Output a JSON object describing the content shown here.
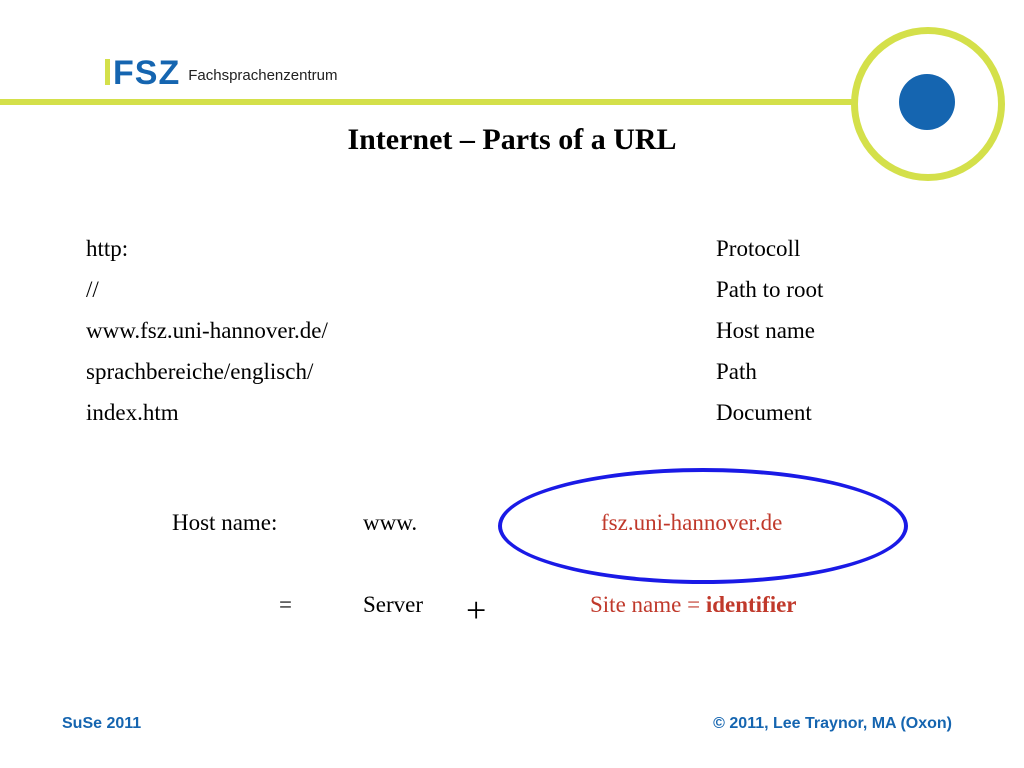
{
  "logo": {
    "wordmark": "FSZ",
    "subtitle": "Fachsprachenzentrum"
  },
  "slide": {
    "title": "Internet – Parts of a URL"
  },
  "url_parts": [
    {
      "part": "http:",
      "label": "Protocoll"
    },
    {
      "part": "//",
      "label": "Path to root"
    },
    {
      "part": "www.fsz.uni-hannover.de/",
      "label": "Host name"
    },
    {
      "part": "sprachbereiche/englisch/",
      "label": "Path"
    },
    {
      "part": "index.htm",
      "label": "Document"
    }
  ],
  "host_breakdown": {
    "label": "Host name:",
    "server_part": "www.",
    "site_part": "fsz.uni-hannover.de",
    "equals": "=",
    "server_label": "Server",
    "plus": "+",
    "site_label": "Site name = ",
    "site_label_emphasis": "identifier"
  },
  "footer": {
    "left": "SuSe 2011",
    "right": "© 2011, Lee Traynor, MA (Oxon)"
  },
  "colors": {
    "accent_green": "#d4e04a",
    "brand_blue": "#1565b0",
    "highlight_red": "#c0392b",
    "ellipse_blue": "#1a1ae6"
  }
}
